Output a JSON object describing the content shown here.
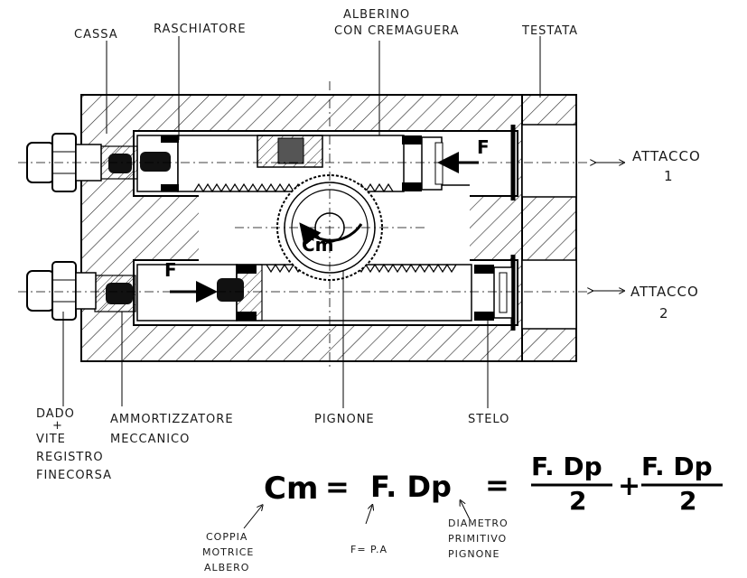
{
  "labels": {
    "cassa": "CASSA",
    "raschiatore": "RASCHIATORE",
    "alberino_1": "ALBERINO",
    "alberino_2": "CON CREMAGUERA",
    "testata": "TESTATA",
    "attacco1_a": "ATTACCO",
    "attacco1_b": "1",
    "attacco2_a": "ATTACCO",
    "attacco2_b": "2",
    "dado_1": "DADO",
    "dado_2": "+",
    "dado_3": "VITE",
    "dado_4": "REGISTRO",
    "dado_5": "FINECORSA",
    "ammort_1": "AMMORTIZZATORE",
    "ammort_2": "MECCANICO",
    "pignone": "PIGNONE",
    "stelo": "STELO",
    "force_top": "F",
    "force_bottom": "F",
    "cm": "Cm"
  },
  "equation": {
    "lhs": "Cm",
    "eq1": "=",
    "term1": "F. Dp",
    "eq2": "=",
    "num1": "F. Dp",
    "den1": "2",
    "plus": "+",
    "num2": "F. Dp",
    "den2": "2"
  },
  "notes": {
    "coppia_1": "COPPIA",
    "coppia_2": "MOTRICE",
    "coppia_3": "ALBERO",
    "fpa": "F= P.A",
    "diam_1": "DIAMETRO",
    "diam_2": "PRIMITIVO",
    "diam_3": "PIGNONE"
  }
}
